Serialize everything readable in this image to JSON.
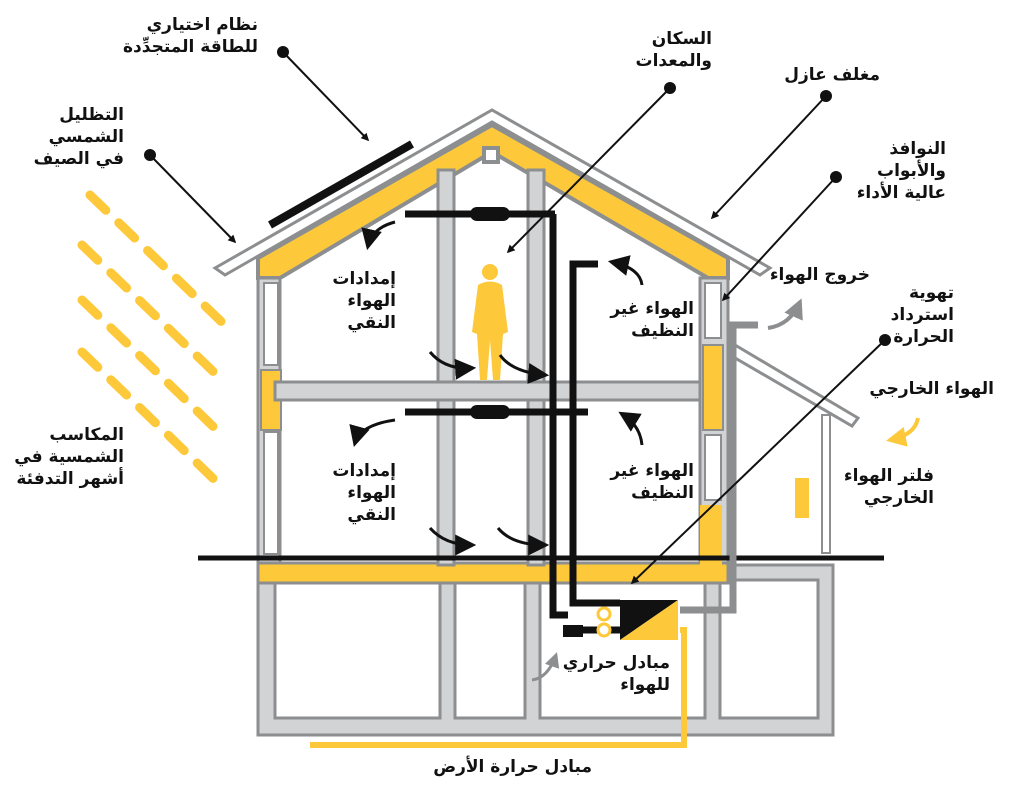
{
  "title": "مخطط المنزل السلبي الموفر للطاقة",
  "colors": {
    "insulation": "#FDC93A",
    "frame_gray": "#8C8E90",
    "frame_light": "#D2D3D4",
    "duct_black": "#111111",
    "exhaust_gray": "#8C8E90",
    "background": "#FFFFFF"
  },
  "labels": {
    "renewable": {
      "lines": [
        "نظام اختياري",
        "للطاقة المتجدِّدة"
      ]
    },
    "summer_shading": {
      "lines": [
        "التظليل",
        "الشمسي",
        "في الصيف"
      ]
    },
    "solar_gains": {
      "lines": [
        "المكاسب",
        "الشمسية في",
        "أشهر التدفئة"
      ]
    },
    "occupants": {
      "lines": [
        "السكان",
        "والمعدات"
      ]
    },
    "insulated_envelope": {
      "lines": [
        "مغلف عازل"
      ]
    },
    "windows_doors": {
      "lines": [
        "النوافذ",
        "والأبواب",
        "عالية الأداء"
      ]
    },
    "exhaust_air": {
      "lines": [
        "خروج الهواء"
      ]
    },
    "hrv": {
      "lines": [
        "تهوية",
        "استرداد",
        "الحرارة"
      ]
    },
    "outside_air": {
      "lines": [
        "الهواء الخارجي"
      ]
    },
    "outside_filter": {
      "lines": [
        "فلتر الهواء",
        "الخارجي"
      ]
    },
    "fresh_air_upper": {
      "lines": [
        "إمدادات",
        "الهواء",
        "النقي"
      ]
    },
    "fresh_air_lower": {
      "lines": [
        "إمدادات",
        "الهواء",
        "النقي"
      ]
    },
    "stale_air_upper": {
      "lines": [
        "الهواء غير",
        "النظيف"
      ]
    },
    "stale_air_lower": {
      "lines": [
        "الهواء غير",
        "النظيف"
      ]
    },
    "air_heat_exchanger": {
      "lines": [
        "مبادل حراري",
        "للهواء"
      ]
    },
    "ground_heat_exchanger": {
      "lines": [
        "مبادل حرارة الأرض"
      ]
    }
  },
  "icons": {
    "person": "person-silhouette-icon",
    "solar_panel": "solar-panel-icon",
    "sun_rays": "sun-rays-icon",
    "callout_dot": "callout-dot-icon",
    "flow_arrow": "airflow-arrow-icon"
  }
}
